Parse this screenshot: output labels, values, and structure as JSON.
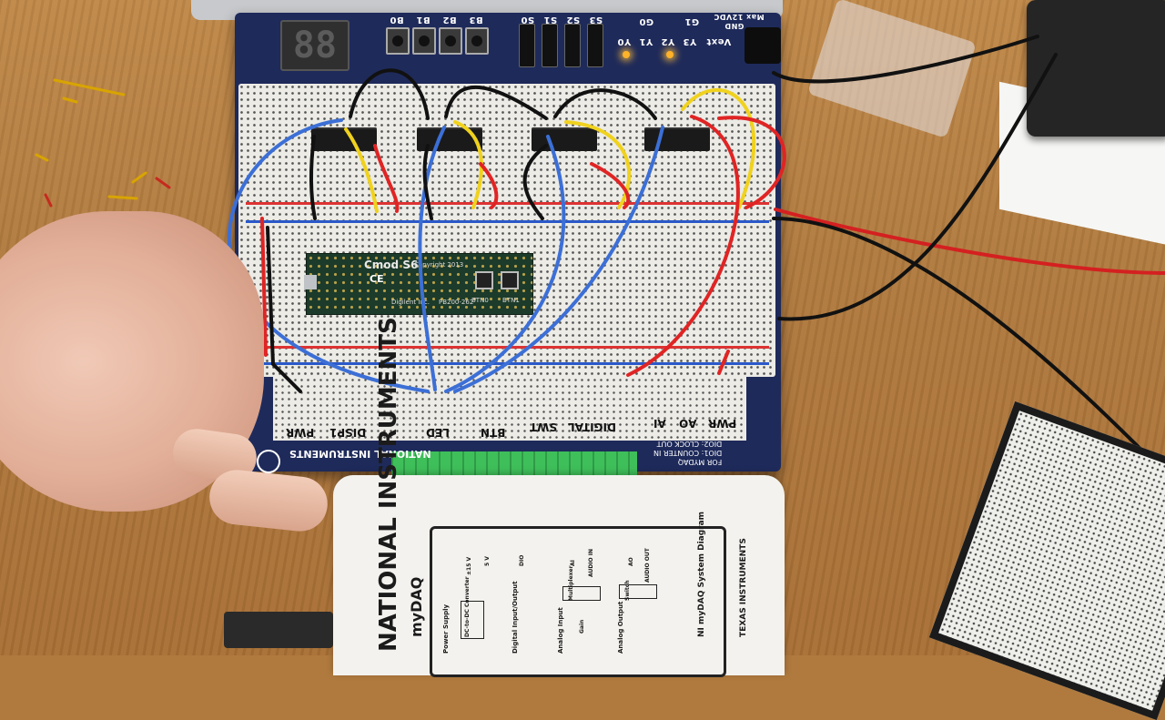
{
  "board": {
    "seg_display": "88",
    "buttons": [
      "B0",
      "B1",
      "B2",
      "B3"
    ],
    "switch_labels": [
      "S0",
      "S1",
      "S2",
      "S3"
    ],
    "led_labels": [
      "Y0",
      "Y1",
      "Y2",
      "Y3"
    ],
    "top_right": [
      "G0",
      "G1",
      "Vext",
      "GND",
      "Max 12VDC"
    ],
    "cmod_label": "Cmod S6",
    "cmod_copyright": "Copyright 2013",
    "cmod_maker": "Digilent Inc.",
    "cmod_ce": "CE",
    "cmod_part": "PB200-262",
    "cmod_btn_labels": [
      "BTN0",
      "BTN1"
    ],
    "io_sections": [
      "PWR",
      "DISP1",
      "LED",
      "BTN",
      "SWT",
      "DIGITAL",
      "AI",
      "AO",
      "PWR"
    ],
    "brand": "NATIONAL INSTRUMENTS",
    "footer_lines": [
      "FOR MYDAQ",
      "DIO1: COUNTER IN",
      "DIO2: CLOCK OUT"
    ]
  },
  "mydaq": {
    "brand": "NATIONAL INSTRUMENTS",
    "model": "myDAQ",
    "diagram_title": "NI myDAQ System Diagram",
    "ti": "TEXAS INSTRUMENTS",
    "blocks": [
      "Power Supply",
      "DC-to-DC Converter",
      "Digital Input/Output",
      "Analog Input",
      "Multiplexer",
      "Gain",
      "Analog Output",
      "Switch"
    ],
    "signals": [
      "±15 V",
      "5 V",
      "DIO",
      "AI",
      "AUDIO IN",
      "AO",
      "AUDIO OUT"
    ]
  },
  "colors": {
    "board": "#1e2a5a",
    "breadboard": "#ecebe6",
    "wire_blue": "#3c6fd6",
    "wire_yellow": "#f0d21e",
    "wire_red": "#e02424",
    "wire_black": "#111111",
    "terminal": "#3fbf5a",
    "desk": "#b07a3e"
  }
}
